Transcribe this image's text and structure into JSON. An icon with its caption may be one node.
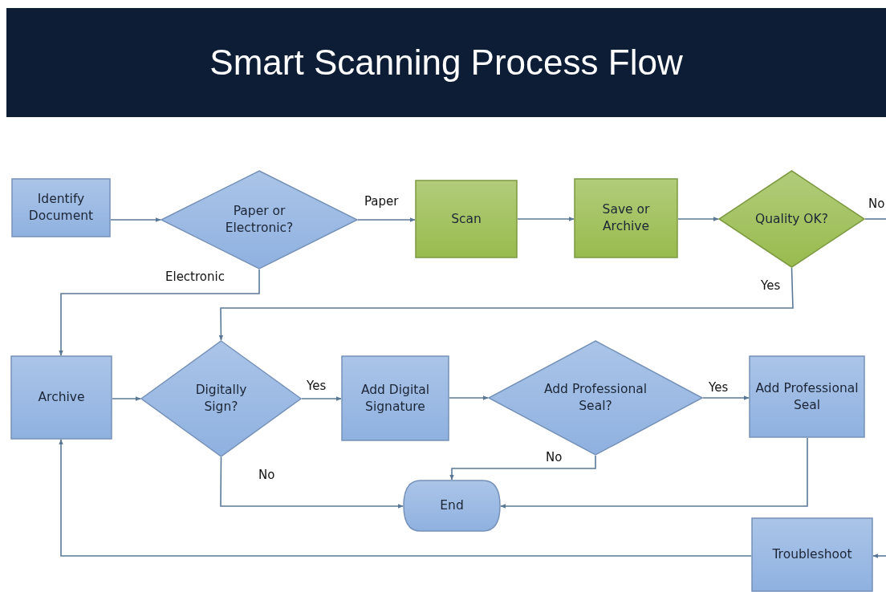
{
  "diagram": {
    "title": "Smart Scanning Process Flow",
    "nodes": [
      {
        "text": [
          "Identify Document"
        ]
      },
      {
        "text": [
          "Paper or Electronic?"
        ]
      },
      {
        "text": [
          "Scan"
        ]
      },
      {
        "text": [
          "Save or Archive"
        ]
      },
      {
        "text": [
          "Quality OK?"
        ]
      },
      {
        "text": [
          "Archive"
        ]
      },
      {
        "text": [
          "Digitally Sign?"
        ]
      },
      {
        "text": [
          "Add Digital Signature"
        ]
      },
      {
        "text": [
          "Add Professional Seal?"
        ]
      },
      {
        "text": [
          "Add Professional Seal"
        ]
      },
      {
        "text": [
          "End"
        ]
      },
      {
        "text": [
          "Troubleshoot"
        ]
      }
    ],
    "edges": [
      {
        "from": 0,
        "to": 1,
        "arrow": "to"
      },
      {
        "from": 1,
        "to": 2,
        "arrow": "to",
        "label": "Paper"
      },
      {
        "from": 2,
        "to": 3,
        "arrow": "to"
      },
      {
        "from": 3,
        "to": 4,
        "arrow": "to"
      },
      {
        "from": 4,
        "to": null,
        "arrow": "none",
        "label": "No"
      },
      {
        "from": null,
        "to": 11,
        "arrow": "to"
      },
      {
        "from": 1,
        "to": 5,
        "arrow": "to",
        "label": "Electronic"
      },
      {
        "from": 4,
        "to": 6,
        "arrow": "to",
        "label": "Yes"
      },
      {
        "from": 5,
        "to": 6,
        "arrow": "to"
      },
      {
        "from": 6,
        "to": 7,
        "arrow": "to",
        "label": "Yes"
      },
      {
        "from": 7,
        "to": 8,
        "arrow": "to"
      },
      {
        "from": 8,
        "to": 9,
        "arrow": "to",
        "label": "Yes"
      },
      {
        "from": 6,
        "to": 10,
        "arrow": "to",
        "label": "No"
      },
      {
        "from": 8,
        "to": 10,
        "arrow": "to",
        "label": "No"
      },
      {
        "from": 9,
        "to": 10,
        "arrow": "to"
      },
      {
        "from": 11,
        "to": 5,
        "arrow": "to"
      }
    ]
  }
}
